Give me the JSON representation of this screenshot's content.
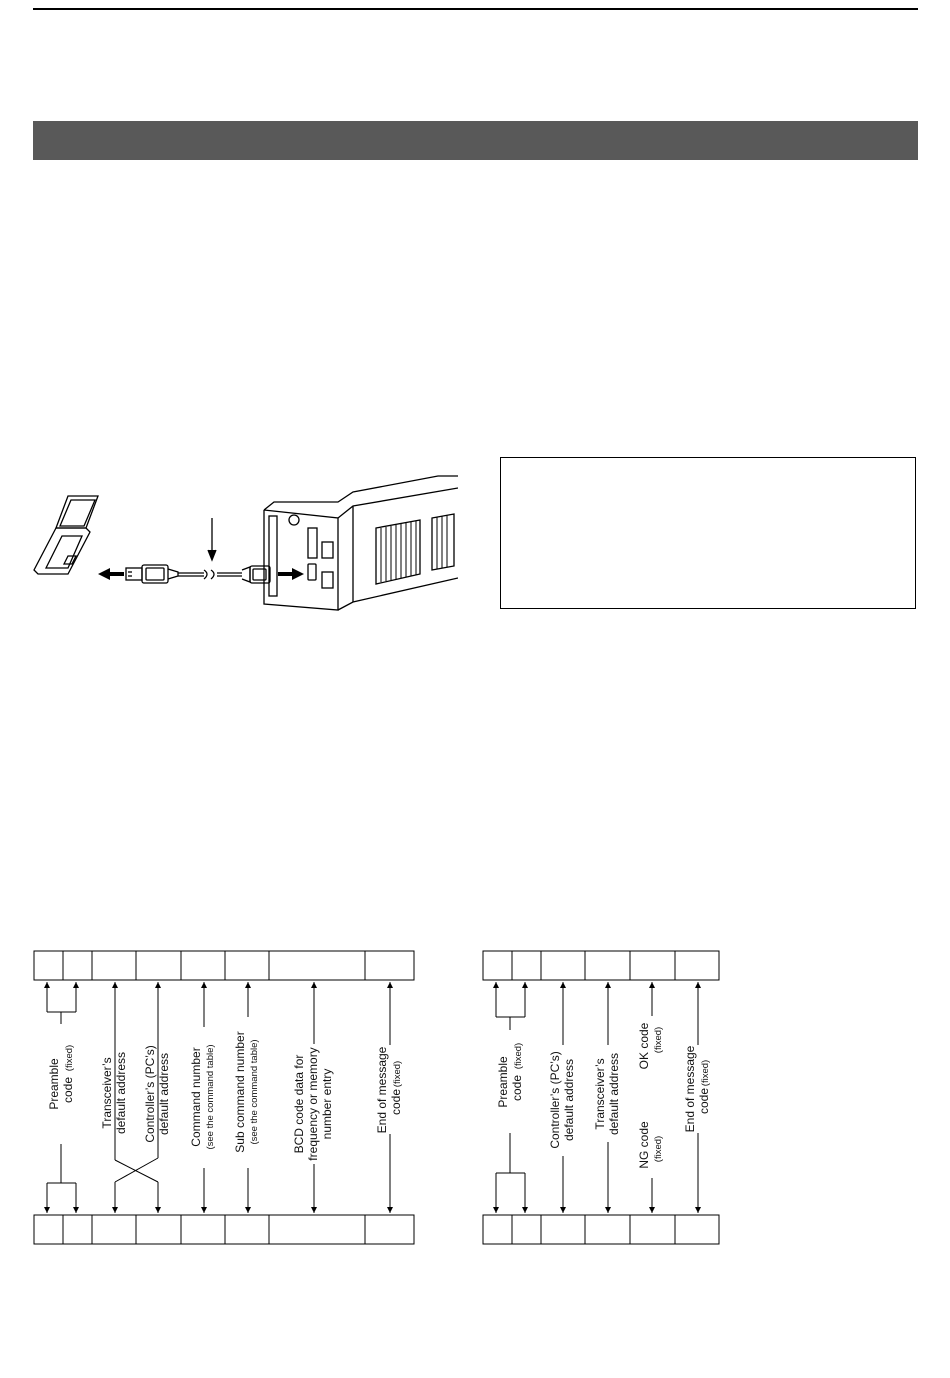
{
  "command_format": {
    "controller_to_transceiver": {
      "labels": [
        {
          "id": "preamble",
          "line1": "Preamble",
          "line2": "code",
          "note": "(fixed)"
        },
        {
          "id": "transceiver-address",
          "line1": "Transceiver’s",
          "line2": "default address"
        },
        {
          "id": "controller-address",
          "line1": "Controller’s (PC’s)",
          "line2": "default address"
        },
        {
          "id": "command-number",
          "line1": "Command number",
          "line2": "(see the command table)"
        },
        {
          "id": "sub-command-number",
          "line1": "Sub command number",
          "line2": "(see the command table)"
        },
        {
          "id": "bcd-data",
          "line1": "BCD code data for",
          "line2": "frequency or memory",
          "line3": "number entry"
        },
        {
          "id": "end-of-message",
          "line1": "End of message",
          "line2": "code",
          "note": "(fixed)"
        }
      ]
    },
    "transceiver_to_controller": {
      "labels": [
        {
          "id": "preamble",
          "line1": "Preamble",
          "line2": "code",
          "note": "(fixed)"
        },
        {
          "id": "controller-address",
          "line1": "Controller’s (PC’s)",
          "line2": "default address"
        },
        {
          "id": "transceiver-address",
          "line1": "Transceiver’s",
          "line2": "default address"
        },
        {
          "id": "ok-code",
          "line1": "OK code",
          "line2": "(fixed)"
        },
        {
          "id": "ng-code",
          "line1": "NG code",
          "line2": "(fixed)"
        },
        {
          "id": "end-of-message",
          "line1": "End of message",
          "line2": "code",
          "note": "(fixed)"
        }
      ]
    }
  }
}
